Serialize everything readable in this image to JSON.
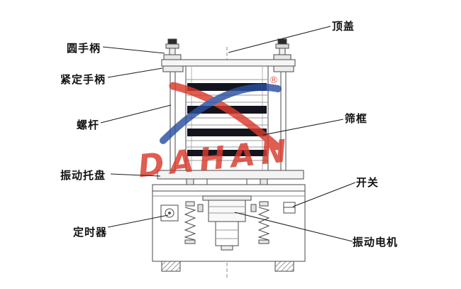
{
  "diagram": {
    "type": "technical-diagram",
    "subject": "vibration test sieve shaker parts diagram",
    "watermark": "DAHAN",
    "registered_mark": "®",
    "labels": {
      "round_handle": "圆手柄",
      "tightening_handle": "紧定手柄",
      "screw_rod": "螺杆",
      "vibration_tray": "振动托盘",
      "timer": "定时器",
      "top_cover": "顶盖",
      "sieve_frame": "筛框",
      "switch": "开关",
      "vibration_motor": "振动电机"
    },
    "colors": {
      "background": "#ffffff",
      "line": "#4a4a4a",
      "leader_line": "#1d1d1d",
      "label_text": "#111111",
      "sieve_band": "#14141f",
      "watermark_red": "#d93a2c",
      "watermark_blue": "#2b4fa0"
    }
  }
}
